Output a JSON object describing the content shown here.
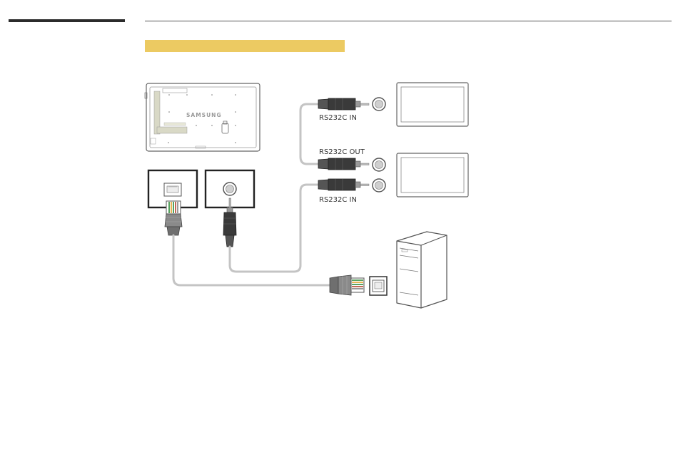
{
  "header": {
    "accent_color": "#ecca62",
    "rule_color": "#2b2b2b"
  },
  "diagram": {
    "brand_text": "SAMSUNG",
    "labels": {
      "rs232c_in_top": "RS232C IN",
      "rs232c_out": "RS232C OUT",
      "rs232c_in_bottom": "RS232C IN"
    },
    "icons": [
      "display-rear-icon",
      "rj45-port-icon",
      "stereo-jack-port-icon",
      "rj45-plug-icon",
      "stereo-plug-icon",
      "monitor-icon",
      "pc-tower-icon"
    ]
  }
}
